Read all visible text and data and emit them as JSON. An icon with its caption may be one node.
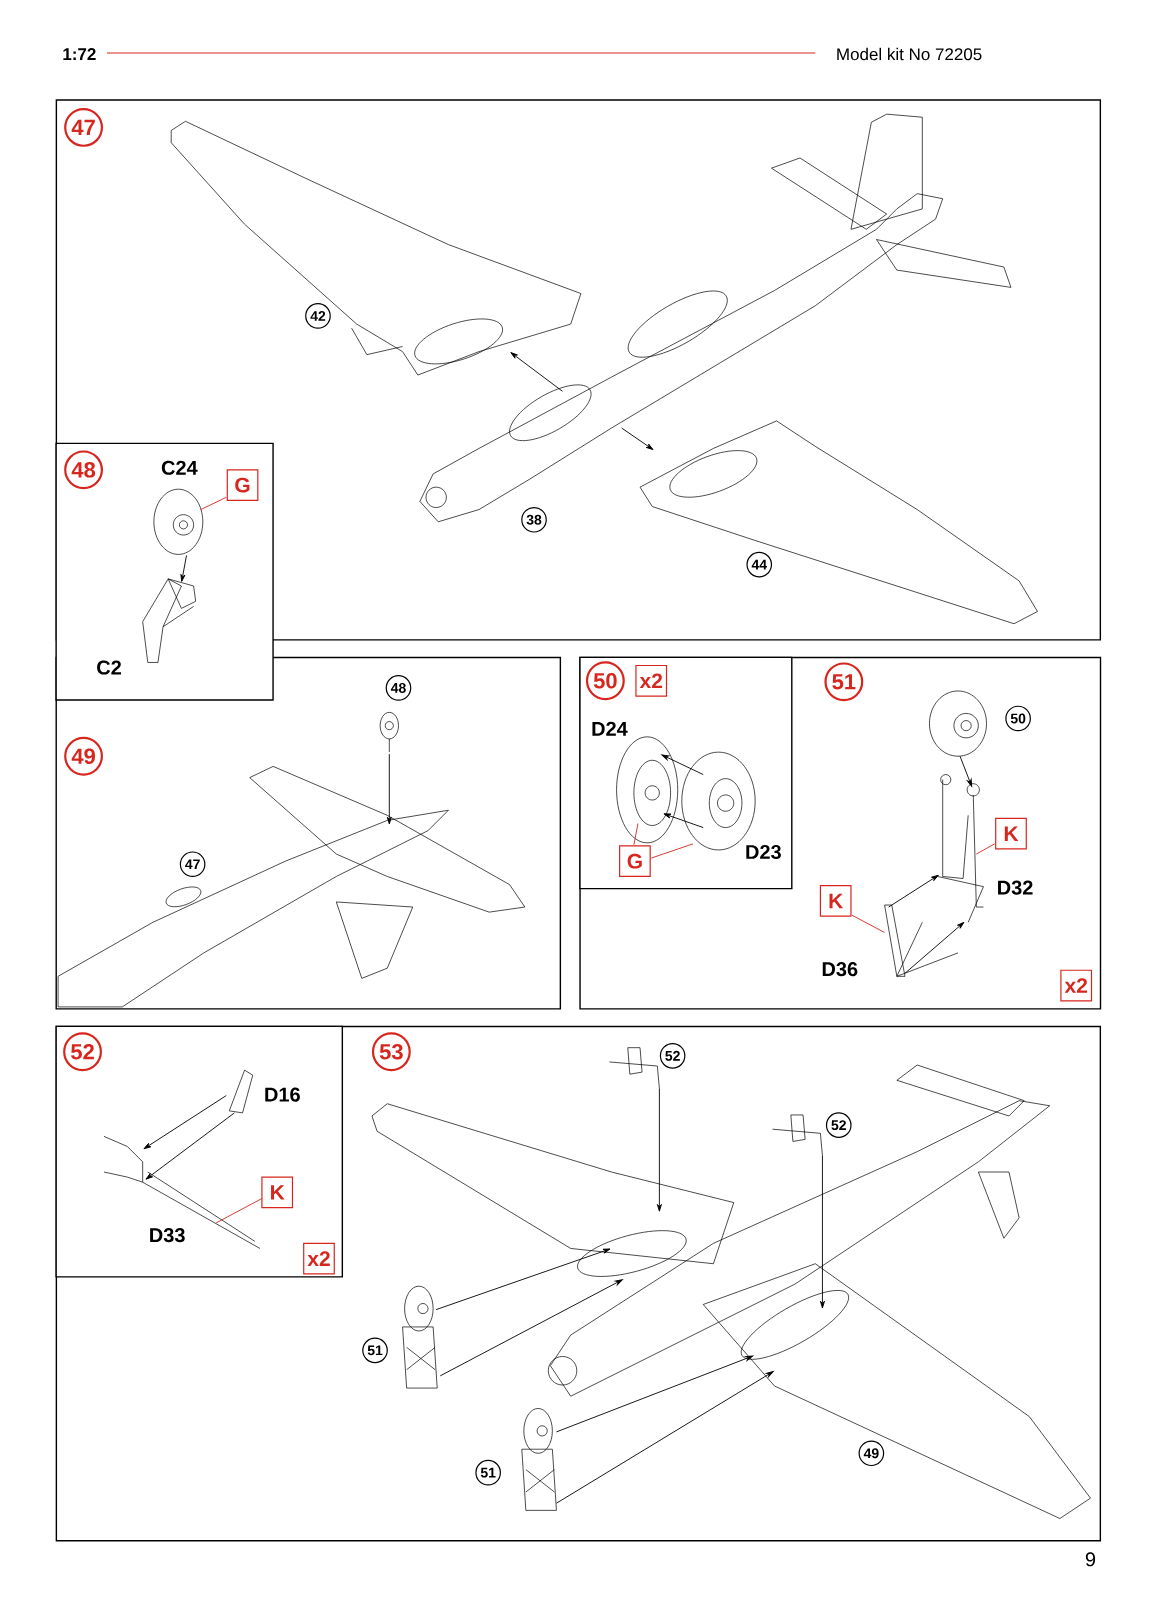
{
  "diagram": {
    "nodes": [
      {
        "text": [
          "47"
        ]
      },
      {
        "text": [],
        "shape": "picture",
        "in": 0
      },
      {
        "text": [],
        "shape": "picture",
        "in": 0
      },
      {
        "text": [],
        "shape": "picture",
        "in": 0
      },
      {
        "text": [
          "42"
        ],
        "in": 2
      },
      {
        "text": [
          "38"
        ],
        "in": 0
      },
      {
        "text": [
          "44"
        ],
        "in": 3
      },
      {
        "text": [
          "48"
        ]
      },
      {
        "text": [],
        "shape": "picture"
      },
      {
        "text": [],
        "shape": "picture",
        "in": 7
      },
      {
        "text": [
          "G"
        ]
      },
      {
        "text": [
          "49"
        ]
      },
      {
        "text": [],
        "shape": "picture",
        "in": 11
      },
      {
        "text": [],
        "shape": "picture",
        "in": 11
      },
      {
        "text": [
          "48"
        ],
        "in": 11
      },
      {
        "text": [
          "47"
        ],
        "in": 12
      },
      {
        "text": [
          "51"
        ]
      },
      {
        "text": [
          "50"
        ],
        "in": 16
      },
      {
        "text": [
          "x2"
        ],
        "in": 17
      },
      {
        "text": [],
        "shape": "picture",
        "in": 17
      },
      {
        "text": [],
        "shape": "picture",
        "in": 17
      },
      {
        "text": [
          "G"
        ],
        "in": 17
      },
      {
        "text": [],
        "shape": "picture",
        "in": 16
      },
      {
        "text": [],
        "shape": "picture",
        "in": 16
      },
      {
        "text": [],
        "shape": "picture",
        "in": 16
      },
      {
        "text": [
          "50"
        ],
        "in": 16
      },
      {
        "text": [
          "K"
        ],
        "in": 16
      },
      {
        "text": [
          "K"
        ],
        "in": 16
      },
      {
        "text": [
          "x2"
        ],
        "in": 16
      },
      {
        "text": [
          "53"
        ]
      },
      {
        "text": [
          "52"
        ],
        "in": 29
      },
      {
        "text": [],
        "shape": "picture",
        "in": 30
      },
      {
        "text": [],
        "shape": "picture",
        "in": 30
      },
      {
        "text": [
          "K"
        ],
        "in": 30
      },
      {
        "text": [
          "x2"
        ],
        "in": 30
      },
      {
        "text": [],
        "shape": "picture",
        "in": 29
      },
      {
        "text": [],
        "shape": "picture",
        "in": 29
      },
      {
        "text": [],
        "shape": "picture",
        "in": 29
      },
      {
        "text": [],
        "shape": "picture",
        "in": 29
      },
      {
        "text": [
          "52"
        ],
        "in": 29
      },
      {
        "text": [
          "52"
        ],
        "in": 29
      },
      {
        "text": [
          "51"
        ],
        "in": 29
      },
      {
        "text": [
          "51"
        ],
        "in": 29
      },
      {
        "text": [
          "49"
        ],
        "in": 29
      }
    ],
    "edges": [
      {
        "from": 1,
        "to": 2,
        "arrow": "to"
      },
      {
        "from": 1,
        "to": 3,
        "arrow": "to"
      },
      {
        "from": 8,
        "to": 9,
        "arrow": "to"
      },
      {
        "from": 10,
        "to": 8,
        "arrow": "none",
        "color": "#d7261e"
      },
      {
        "from": 13,
        "to": 12,
        "arrow": "to"
      },
      {
        "from": 20,
        "to": 19,
        "arrow": "to"
      },
      {
        "from": 20,
        "to": 19,
        "arrow": "to"
      },
      {
        "from": 21,
        "to": 19,
        "arrow": "none",
        "color": "#d7261e"
      },
      {
        "from": 21,
        "to": 20,
        "arrow": "none",
        "color": "#d7261e"
      },
      {
        "from": 22,
        "to": 23,
        "arrow": "to"
      },
      {
        "from": 24,
        "to": 23,
        "arrow": "to"
      },
      {
        "from": 24,
        "to": 23,
        "arrow": "to"
      },
      {
        "from": 26,
        "to": 23,
        "arrow": "none",
        "color": "#d7261e"
      },
      {
        "from": 27,
        "to": 24,
        "arrow": "none",
        "color": "#d7261e"
      },
      {
        "from": 31,
        "to": 32,
        "arrow": "to"
      },
      {
        "from": 31,
        "to": 32,
        "arrow": "to"
      },
      {
        "from": 33,
        "to": 32,
        "arrow": "none",
        "color": "#d7261e"
      },
      {
        "from": 35,
        "to": null,
        "arrow": "to"
      },
      {
        "from": 36,
        "to": null,
        "arrow": "to"
      },
      {
        "from": 37,
        "to": null,
        "arrow": "to"
      },
      {
        "from": 37,
        "to": null,
        "arrow": "to"
      },
      {
        "from": 38,
        "to": null,
        "arrow": "to"
      },
      {
        "from": 38,
        "to": null,
        "arrow": "to"
      }
    ],
    "labels": [
      "1:72",
      "Model kit No 72205",
      "C24",
      "C2",
      "D24",
      "D23",
      "D32",
      "D36",
      "D16",
      "D33",
      "9"
    ]
  }
}
